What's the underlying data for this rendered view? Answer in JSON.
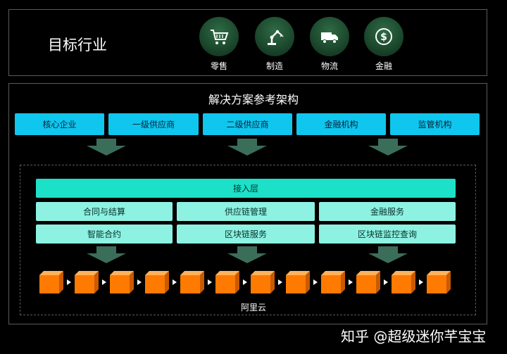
{
  "industry_title": "目标行业",
  "industries": [
    {
      "label": "零售",
      "icon": "shopping-cart-icon"
    },
    {
      "label": "制造",
      "icon": "robot-arm-icon"
    },
    {
      "label": "物流",
      "icon": "delivery-truck-icon"
    },
    {
      "label": "金融",
      "icon": "dollar-coin-icon"
    }
  ],
  "architecture_title": "解决方案参考架构",
  "participants": [
    "核心企业",
    "一级供应商",
    "二级供应商",
    "金融机构",
    "监管机构"
  ],
  "access_layer": "接入层",
  "services_row1": [
    "合同与结算",
    "供应链管理",
    "金融服务"
  ],
  "services_row2": [
    "智能合约",
    "区块链服务",
    "区块链监控查询"
  ],
  "cloud_label": "阿里云",
  "watermark": "知乎 @超级迷你芊宝宝",
  "colors": {
    "participant": "#0fc6ee",
    "access_layer": "#1de0c8",
    "service": "#8df2e2",
    "node": "#ff7a00",
    "arrow": "#3b6e5a",
    "icon_circle": "#1c4a2e"
  }
}
